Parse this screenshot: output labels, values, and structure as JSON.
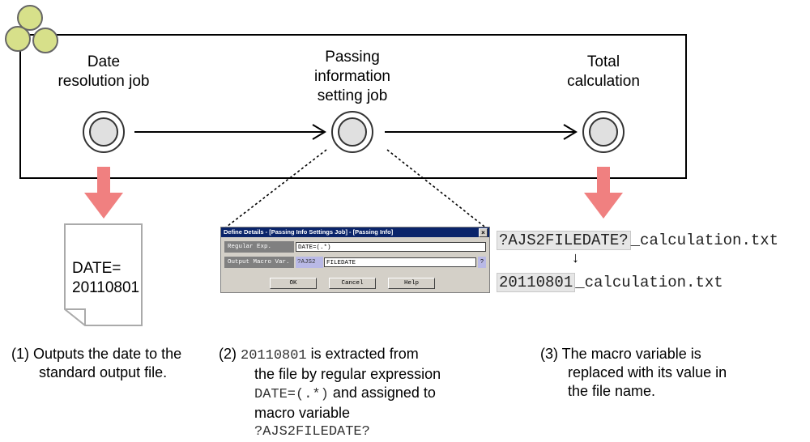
{
  "jobs": [
    {
      "label_line1": "Date",
      "label_line2": "resolution job",
      "label_line3": ""
    },
    {
      "label_line1": "Passing",
      "label_line2": "information",
      "label_line3": "setting job"
    },
    {
      "label_line1": "Total",
      "label_line2": "calculation",
      "label_line3": ""
    }
  ],
  "output_file": {
    "line1": "DATE=",
    "line2": "20110801"
  },
  "dialog": {
    "title": "Define Details - [Passing Info Settings Job] - [Passing Info]",
    "close_label": "×",
    "regex_label": "Regular Exp.",
    "regex_value": "DATE=(.*)",
    "macro_label": "Output Macro Var.",
    "macro_prefix": "?AJS2",
    "macro_value": "FILEDATE",
    "macro_suffix": "?",
    "ok_label": "OK",
    "cancel_label": "Cancel",
    "help_label": "Help"
  },
  "filenames": {
    "before_var": "?AJS2FILEDATE?",
    "before_rest": "_calculation.txt",
    "arrow": "↓",
    "after_var": "20110801",
    "after_rest": "_calculation.txt"
  },
  "captions": {
    "c1_line1": "(1) Outputs the date to the",
    "c1_line2": "standard output file.",
    "c2_num": "(2)",
    "c2_value": "20110801",
    "c2_text1": "is extracted from",
    "c2_line2": "the file by regular expression",
    "c2_regex": "DATE=(.*)",
    "c2_text3": "and assigned to",
    "c2_line4": "macro variable",
    "c2_var": "?AJS2FILEDATE?",
    "c3_line1": "(3) The macro variable is",
    "c3_line2": "replaced with its value in",
    "c3_line3": "the file name."
  },
  "colors": {
    "logo_fill": "#d7e08a",
    "big_arrow": "#f08080",
    "dialog_title_bar": "#0a246a",
    "highlight": "#e6e6e6"
  }
}
